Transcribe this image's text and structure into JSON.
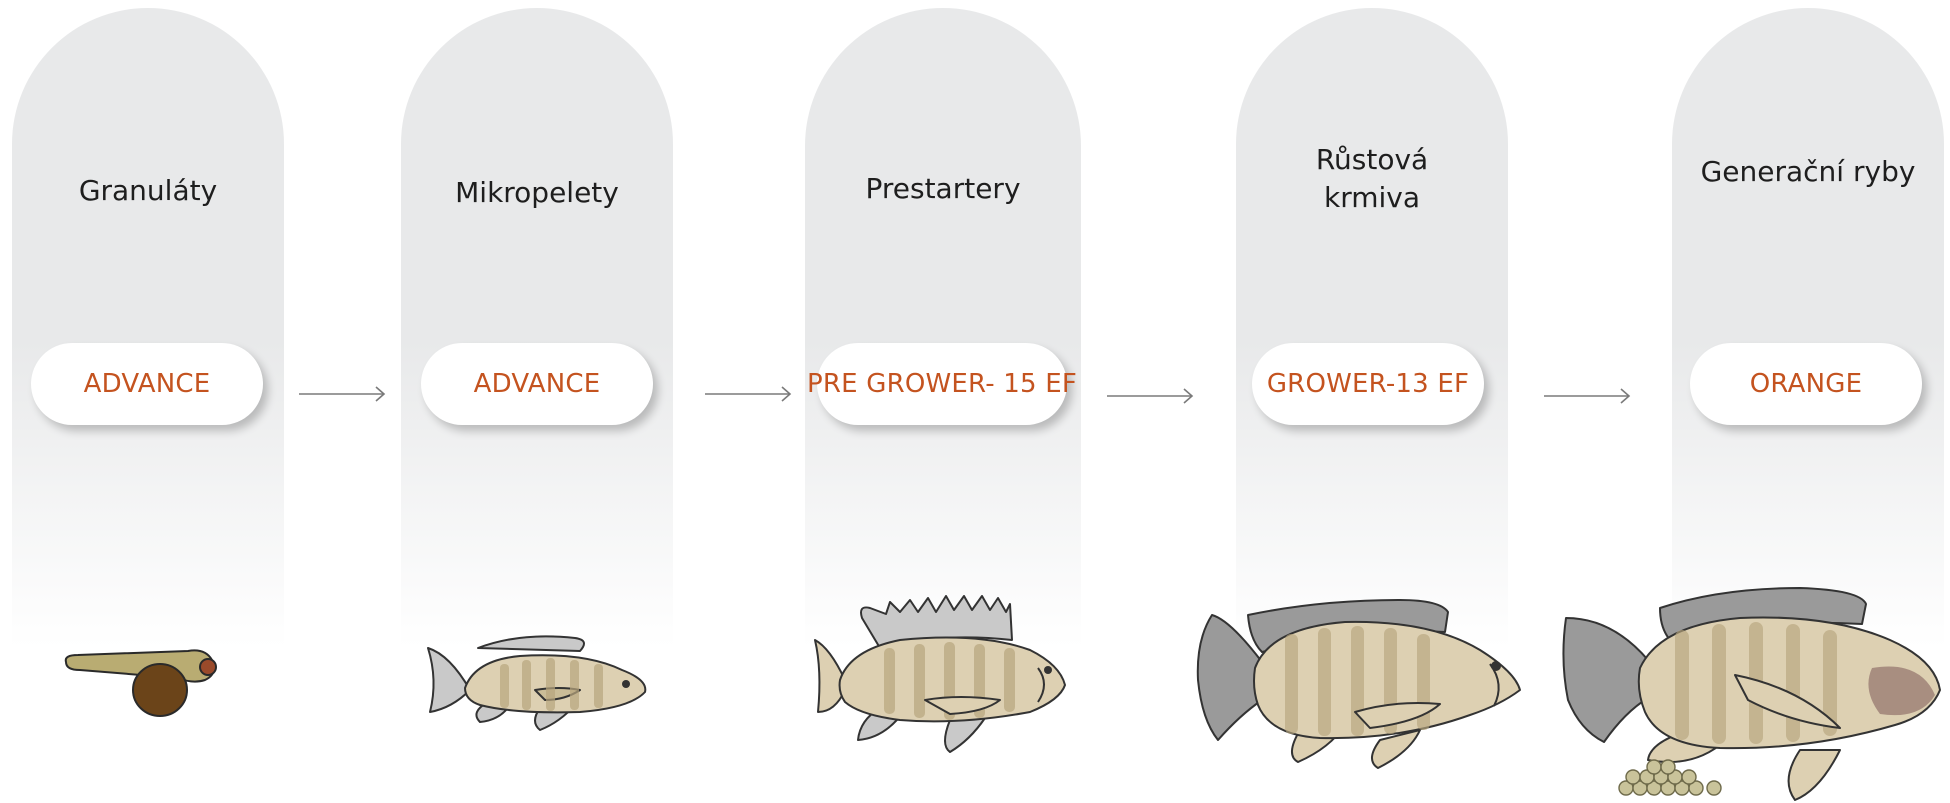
{
  "stages": [
    {
      "title": "Granuláty",
      "product": "ADVANCE",
      "illustration": "larva-yolk-sac-icon"
    },
    {
      "title": "Mikropelety",
      "product": "ADVANCE",
      "illustration": "fry-fish-icon"
    },
    {
      "title": "Prestartery",
      "product": "PRE GROWER- 15 EF",
      "illustration": "fingerling-fish-icon"
    },
    {
      "title": "Růstová\nkrmiva",
      "product": "GROWER-13 EF",
      "illustration": "grower-fish-icon"
    },
    {
      "title": "Generační ryby",
      "product": "ORANGE",
      "illustration": "broodstock-fish-eggs-icon"
    }
  ],
  "colors": {
    "accent": "#c4531f",
    "column": "#e8e9ea",
    "fish_body": "#ddd0b2",
    "fish_fin": "#9a9a9a",
    "larva_yolk": "#6b4419"
  }
}
